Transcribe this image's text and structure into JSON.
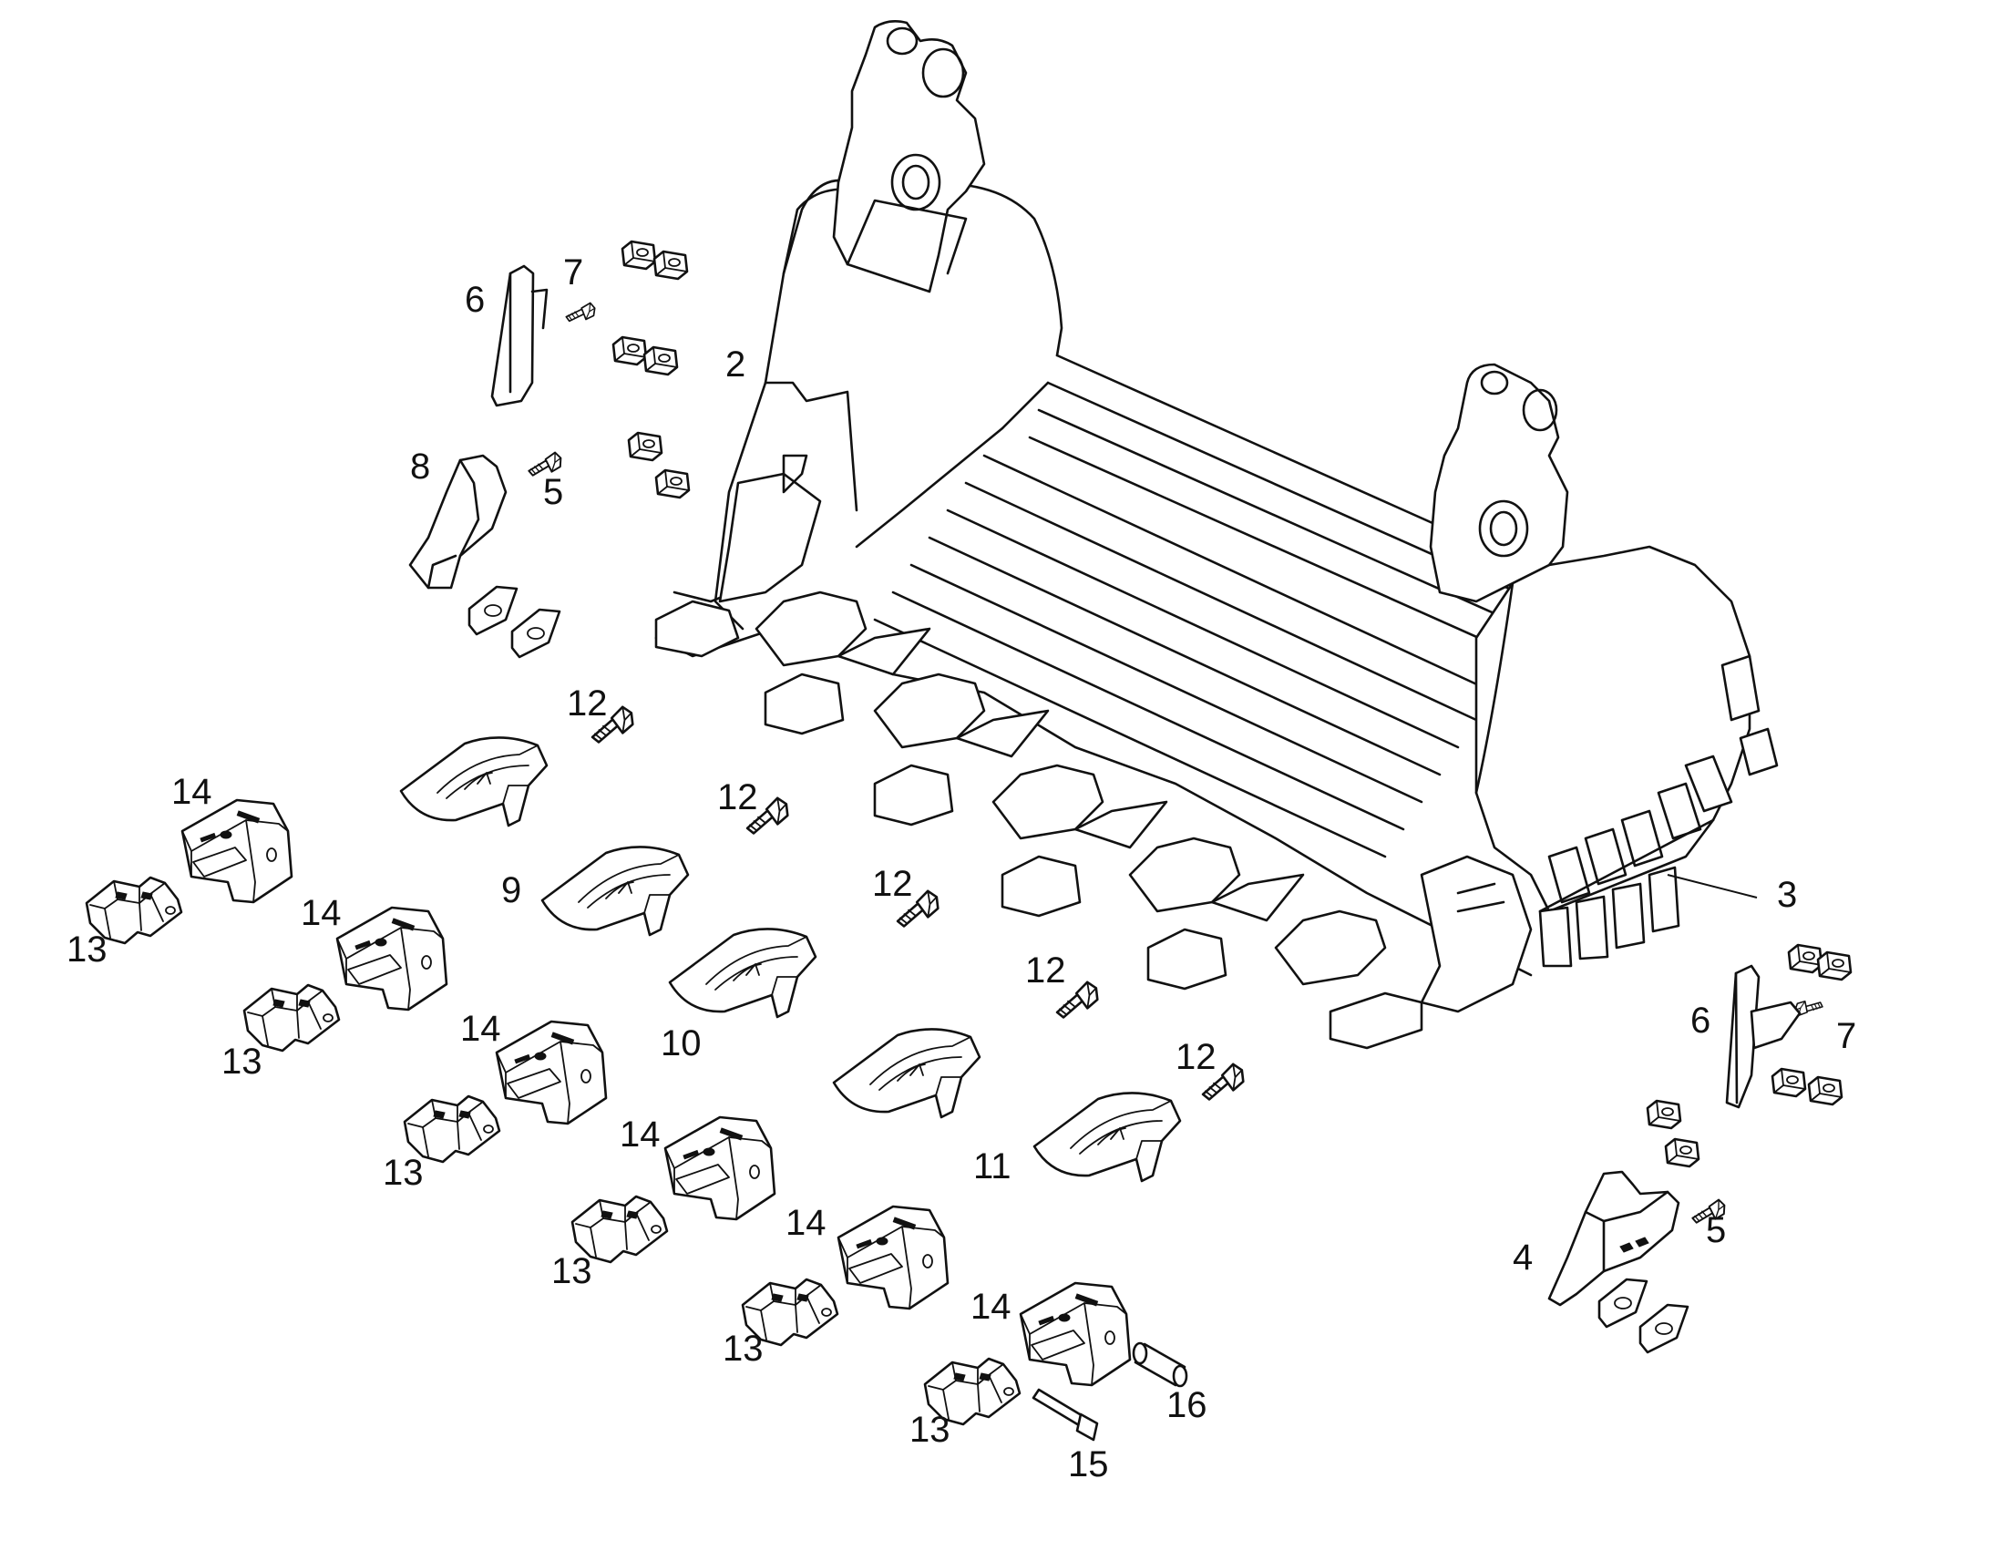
{
  "callouts": {
    "n2": "2",
    "n3": "3",
    "n4": "4",
    "n5a": "5",
    "n5b": "5",
    "n6a": "6",
    "n6b": "6",
    "n7a": "7",
    "n7b": "7",
    "n8": "8",
    "n9": "9",
    "n10": "10",
    "n11": "11",
    "n12a": "12",
    "n12b": "12",
    "n12c": "12",
    "n12d": "12",
    "n12e": "12",
    "n13a": "13",
    "n13b": "13",
    "n13c": "13",
    "n13d": "13",
    "n13e": "13",
    "n13f": "13",
    "n14a": "14",
    "n14b": "14",
    "n14c": "14",
    "n14d": "14",
    "n14e": "14",
    "n14f": "14",
    "n15": "15",
    "n16": "16"
  },
  "colors": {
    "line": "#111111",
    "background": "#ffffff"
  }
}
